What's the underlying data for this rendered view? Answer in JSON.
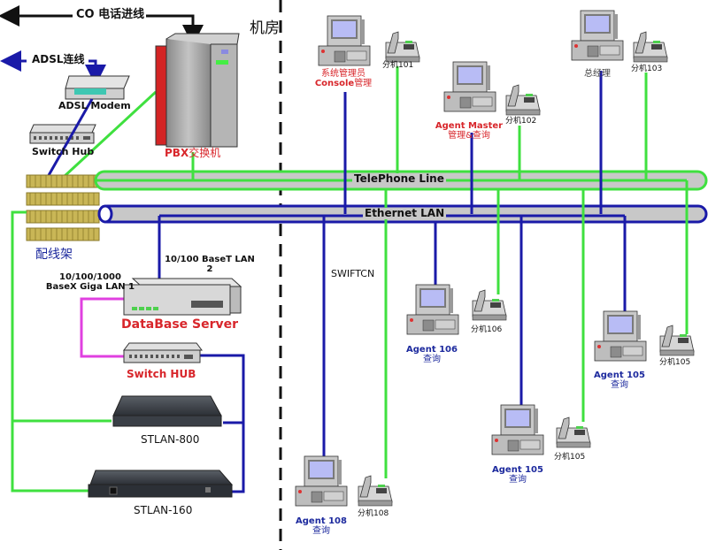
{
  "colors": {
    "telephone_line": "#3fe03f",
    "ethernet_lan": "#1a1aa8",
    "giga_lan": "#e040e0",
    "pipe_fill": "#c8c8c8",
    "red_label": "#d8262b",
    "navy_label": "#1d2a9e",
    "divider": "#111111"
  },
  "left_area": {
    "co_line_label": "CO 电话进线",
    "adsl_line_label": "ADSL连线",
    "machine_room_label": "机房",
    "adsl_modem_label": "ADSL Modem",
    "switch_hub_top_label": "Switch Hub",
    "pbx_label_prefix": "PBX",
    "pbx_label_suffix": "交换机",
    "patch_panel_label": "配线架",
    "db_lan2_label_line1": "10/100 BaseT LAN",
    "db_lan2_label_line2": "2",
    "db_lan1_label_line1": "10/100/1000",
    "db_lan1_label_line2": "BaseX Giga LAN 1",
    "database_server_label": "DataBase Server",
    "switch_hub_bottom_label": "Switch HUB",
    "stlan800_label": "STLAN-800",
    "stlan160_label": "STLAN-160"
  },
  "buses": {
    "telephone_line": "TelePhone Line",
    "ethernet_lan": "Ethernet LAN"
  },
  "watermark": "SWIFTCN",
  "workstations": [
    {
      "id": "console",
      "line1": "系统管理员",
      "line2_bold": "Console",
      "line2_rest": "管理",
      "ext": "分机101",
      "color": "red"
    },
    {
      "id": "agent-master",
      "line1": "Agent Master",
      "line2": "管理&查询",
      "ext": "分机102",
      "color": "red"
    },
    {
      "id": "general-manager",
      "line1": "总经理",
      "ext": "分机103",
      "color": "gray"
    },
    {
      "id": "agent-106",
      "line1": "Agent 106",
      "line2": "查询",
      "ext": "分机106",
      "color": "navy"
    },
    {
      "id": "agent-105-right",
      "line1": "Agent 105",
      "line2": "查询",
      "ext": "分机105",
      "color": "navy"
    },
    {
      "id": "agent-105-center",
      "line1": "Agent 105",
      "line2": "查询",
      "ext": "分机105",
      "color": "navy"
    },
    {
      "id": "agent-108",
      "line1": "Agent 108",
      "line2": "查询",
      "ext": "分机108",
      "color": "navy"
    }
  ]
}
